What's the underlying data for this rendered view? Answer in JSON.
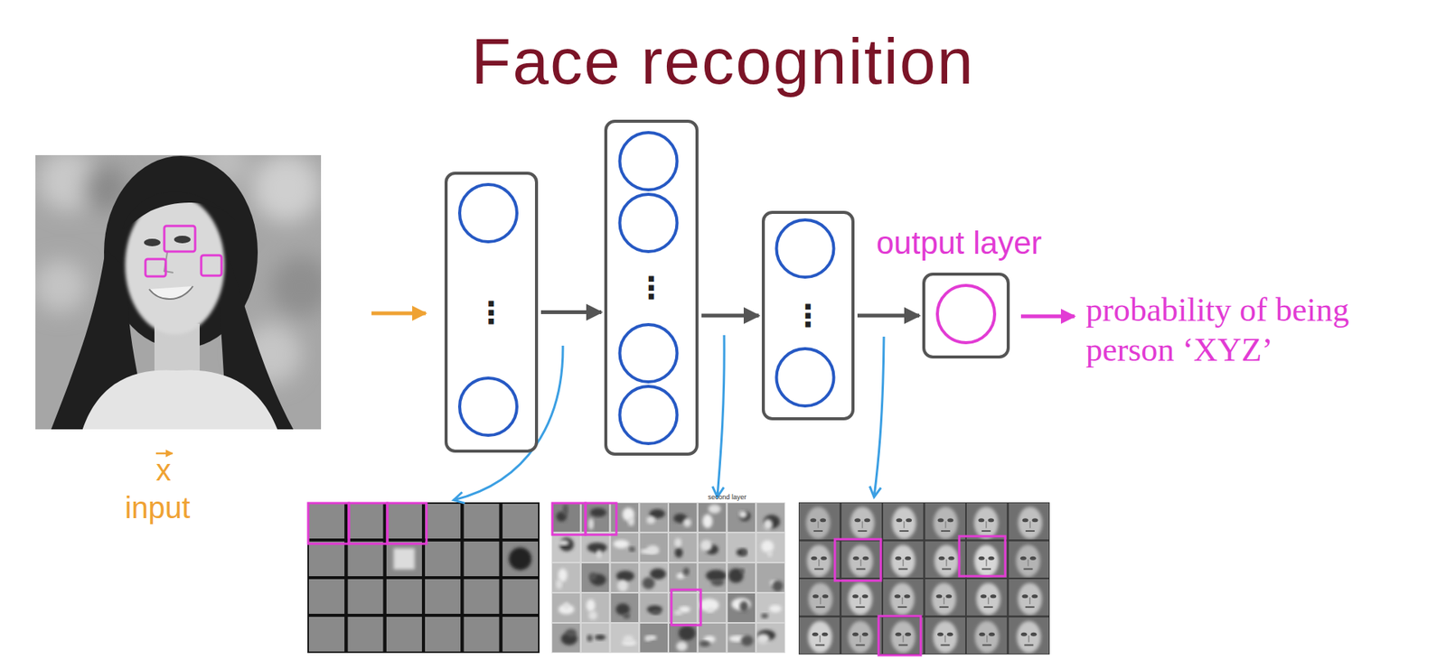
{
  "diagram": {
    "title": "Face recognition",
    "nodes": [
      {
        "text": [
          "⋮"
        ]
      },
      {
        "text": [
          "⋮"
        ]
      },
      {
        "text": [
          "⋮"
        ]
      },
      {
        "text": [
          "output layer"
        ]
      }
    ],
    "edges": [
      {
        "from": 0,
        "to": 1,
        "arrow": "to"
      },
      {
        "from": 1,
        "to": 2,
        "arrow": "to"
      },
      {
        "from": 2,
        "to": 3,
        "arrow": "to"
      }
    ],
    "labels": [
      "x",
      "input",
      "probability of being person ‘XYZ’",
      "second layer"
    ]
  }
}
